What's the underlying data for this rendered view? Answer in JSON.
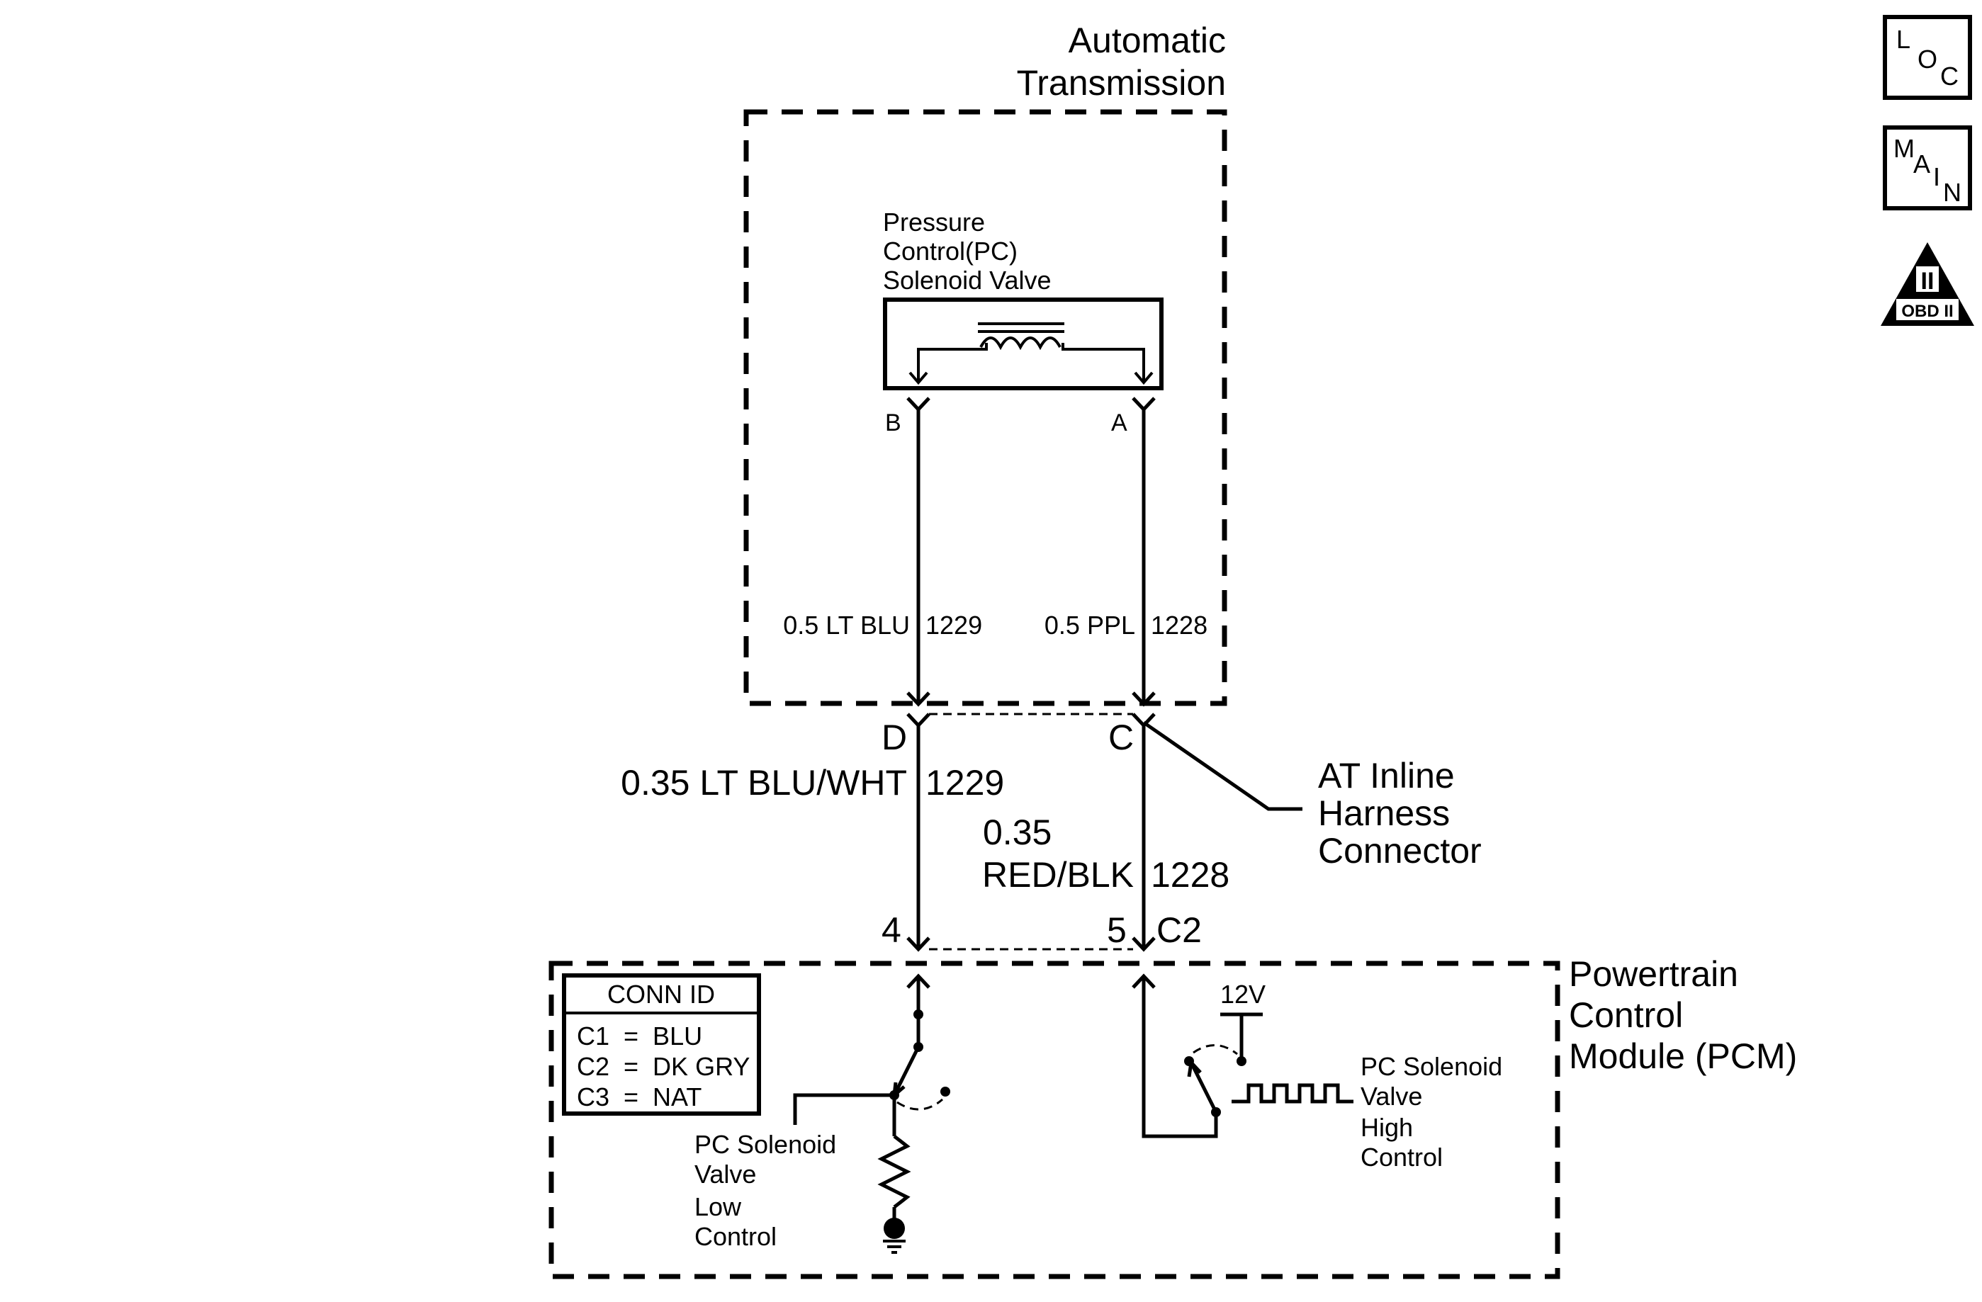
{
  "transmission": {
    "title_line1": "Automatic",
    "title_line2": "Transmission"
  },
  "solenoid": {
    "label_line1": "Pressure",
    "label_line2": "Control(PC)",
    "label_line3": "Solenoid Valve",
    "pin_b": "B",
    "pin_a": "A"
  },
  "wires": {
    "inner_left": "0.5 LT BLU",
    "inner_left_circuit": "1229",
    "inner_right": "0.5 PPL",
    "inner_right_circuit": "1228",
    "outer_left": "0.35 LT BLU/WHT",
    "outer_left_circuit": "1229",
    "outer_right_line1": "0.35",
    "outer_right_line2": "RED/BLK",
    "outer_right_circuit": "1228"
  },
  "inline_connector": {
    "pin_d": "D",
    "pin_c": "C",
    "label_line1": "AT Inline",
    "label_line2": "Harness",
    "label_line3": "Connector"
  },
  "pcm": {
    "pin_4": "4",
    "pin_5": "5",
    "connector": "C2",
    "title_line1": "Powertrain",
    "title_line2": "Control",
    "title_line3": "Module (PCM)",
    "voltage": "12V",
    "conn_id": {
      "header": "CONN ID",
      "rows": [
        "C1  =  BLU",
        "C2  =  DK GRY",
        "C3  =  NAT"
      ]
    },
    "low_control": {
      "line1": "PC Solenoid",
      "line2": "Valve",
      "line3": "Low",
      "line4": "Control"
    },
    "high_control": {
      "line1": "PC Solenoid",
      "line2": "Valve",
      "line3": "High",
      "line4": "Control"
    }
  },
  "nav_icons": {
    "loc": {
      "l": "L",
      "o": "O",
      "c": "C"
    },
    "main": {
      "m": "M",
      "a": "A",
      "i": "I",
      "n": "N"
    },
    "obd": {
      "roman": "II",
      "label": "OBD II"
    }
  }
}
